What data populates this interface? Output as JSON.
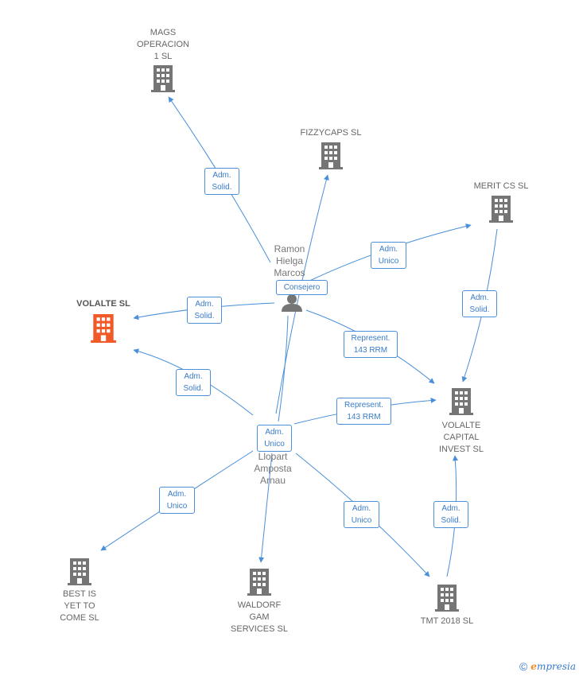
{
  "companies": {
    "mags": "MAGS\nOPERACION\n1  SL",
    "fizzycaps": "FIZZYCAPS  SL",
    "merit": "MERIT CS  SL",
    "volalte": "VOLALTE  SL",
    "volalte_capital": "VOLALTE\nCAPITAL\nINVEST  SL",
    "best": "BEST IS\nYET TO\nCOME  SL",
    "waldorf": "WALDORF\nGAM\nSERVICES  SL",
    "tmt": "TMT 2018  SL"
  },
  "persons": {
    "ramon": "Ramon\nHielga\nMarcos",
    "llopart": "Llopart\nAmposta\nArnau"
  },
  "relations": {
    "ramon_mags": "Adm.\nSolid.",
    "ramon_consejero": "Consejero",
    "ramon_merit": "Adm.\nUnico",
    "ramon_volalte": "Adm.\nSolid.",
    "ramon_capital": "Represent.\n143 RRM",
    "merit_capital": "Adm.\nSolid.",
    "llopart_volalte": "Adm.\nSolid.",
    "llopart_capital": "Represent.\n143 RRM",
    "llopart_unico": "Adm.\nUnico",
    "llopart_best": "Adm.\nUnico",
    "llopart_tmt": "Adm.\nUnico",
    "tmt_capital": "Adm.\nSolid."
  },
  "colors": {
    "edge": "#4a8fd9",
    "building": "#757575",
    "building_highlight": "#f05a28",
    "brand_accent": "#f28c28"
  },
  "footer": {
    "copyright_symbol": "©",
    "brand_initial": "e",
    "brand_rest": "mpresia"
  }
}
